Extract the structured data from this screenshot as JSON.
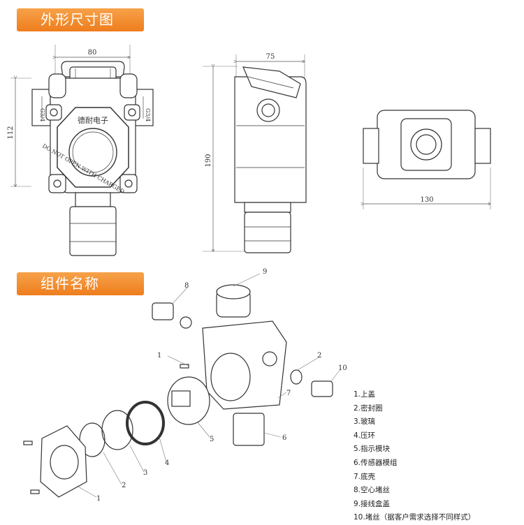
{
  "section_titles": {
    "dimensions": "外形尺寸图",
    "components": "组件名称"
  },
  "dimensions": {
    "front_width": "80",
    "front_height": "112",
    "side_width": "75",
    "overall_height": "190",
    "top_width": "130"
  },
  "front_labels": {
    "brand": "德耐电子",
    "warning": "DO NOT OPEN WITH CHARGED",
    "thread": "G3/4"
  },
  "callouts": [
    "1",
    "2",
    "3",
    "4",
    "5",
    "6",
    "7",
    "8",
    "9",
    "10"
  ],
  "parts_list": [
    "1.上盖",
    "2.密封圈",
    "3.玻璃",
    "4.压环",
    "5.指示模块",
    "6.传感器模组",
    "7.底壳",
    "8.空心堵丝",
    "9.接线盒盖",
    "10.堵丝（据客户需求选择不同样式）"
  ],
  "colors": {
    "banner": "#ee7d1d",
    "line": "#333333"
  }
}
